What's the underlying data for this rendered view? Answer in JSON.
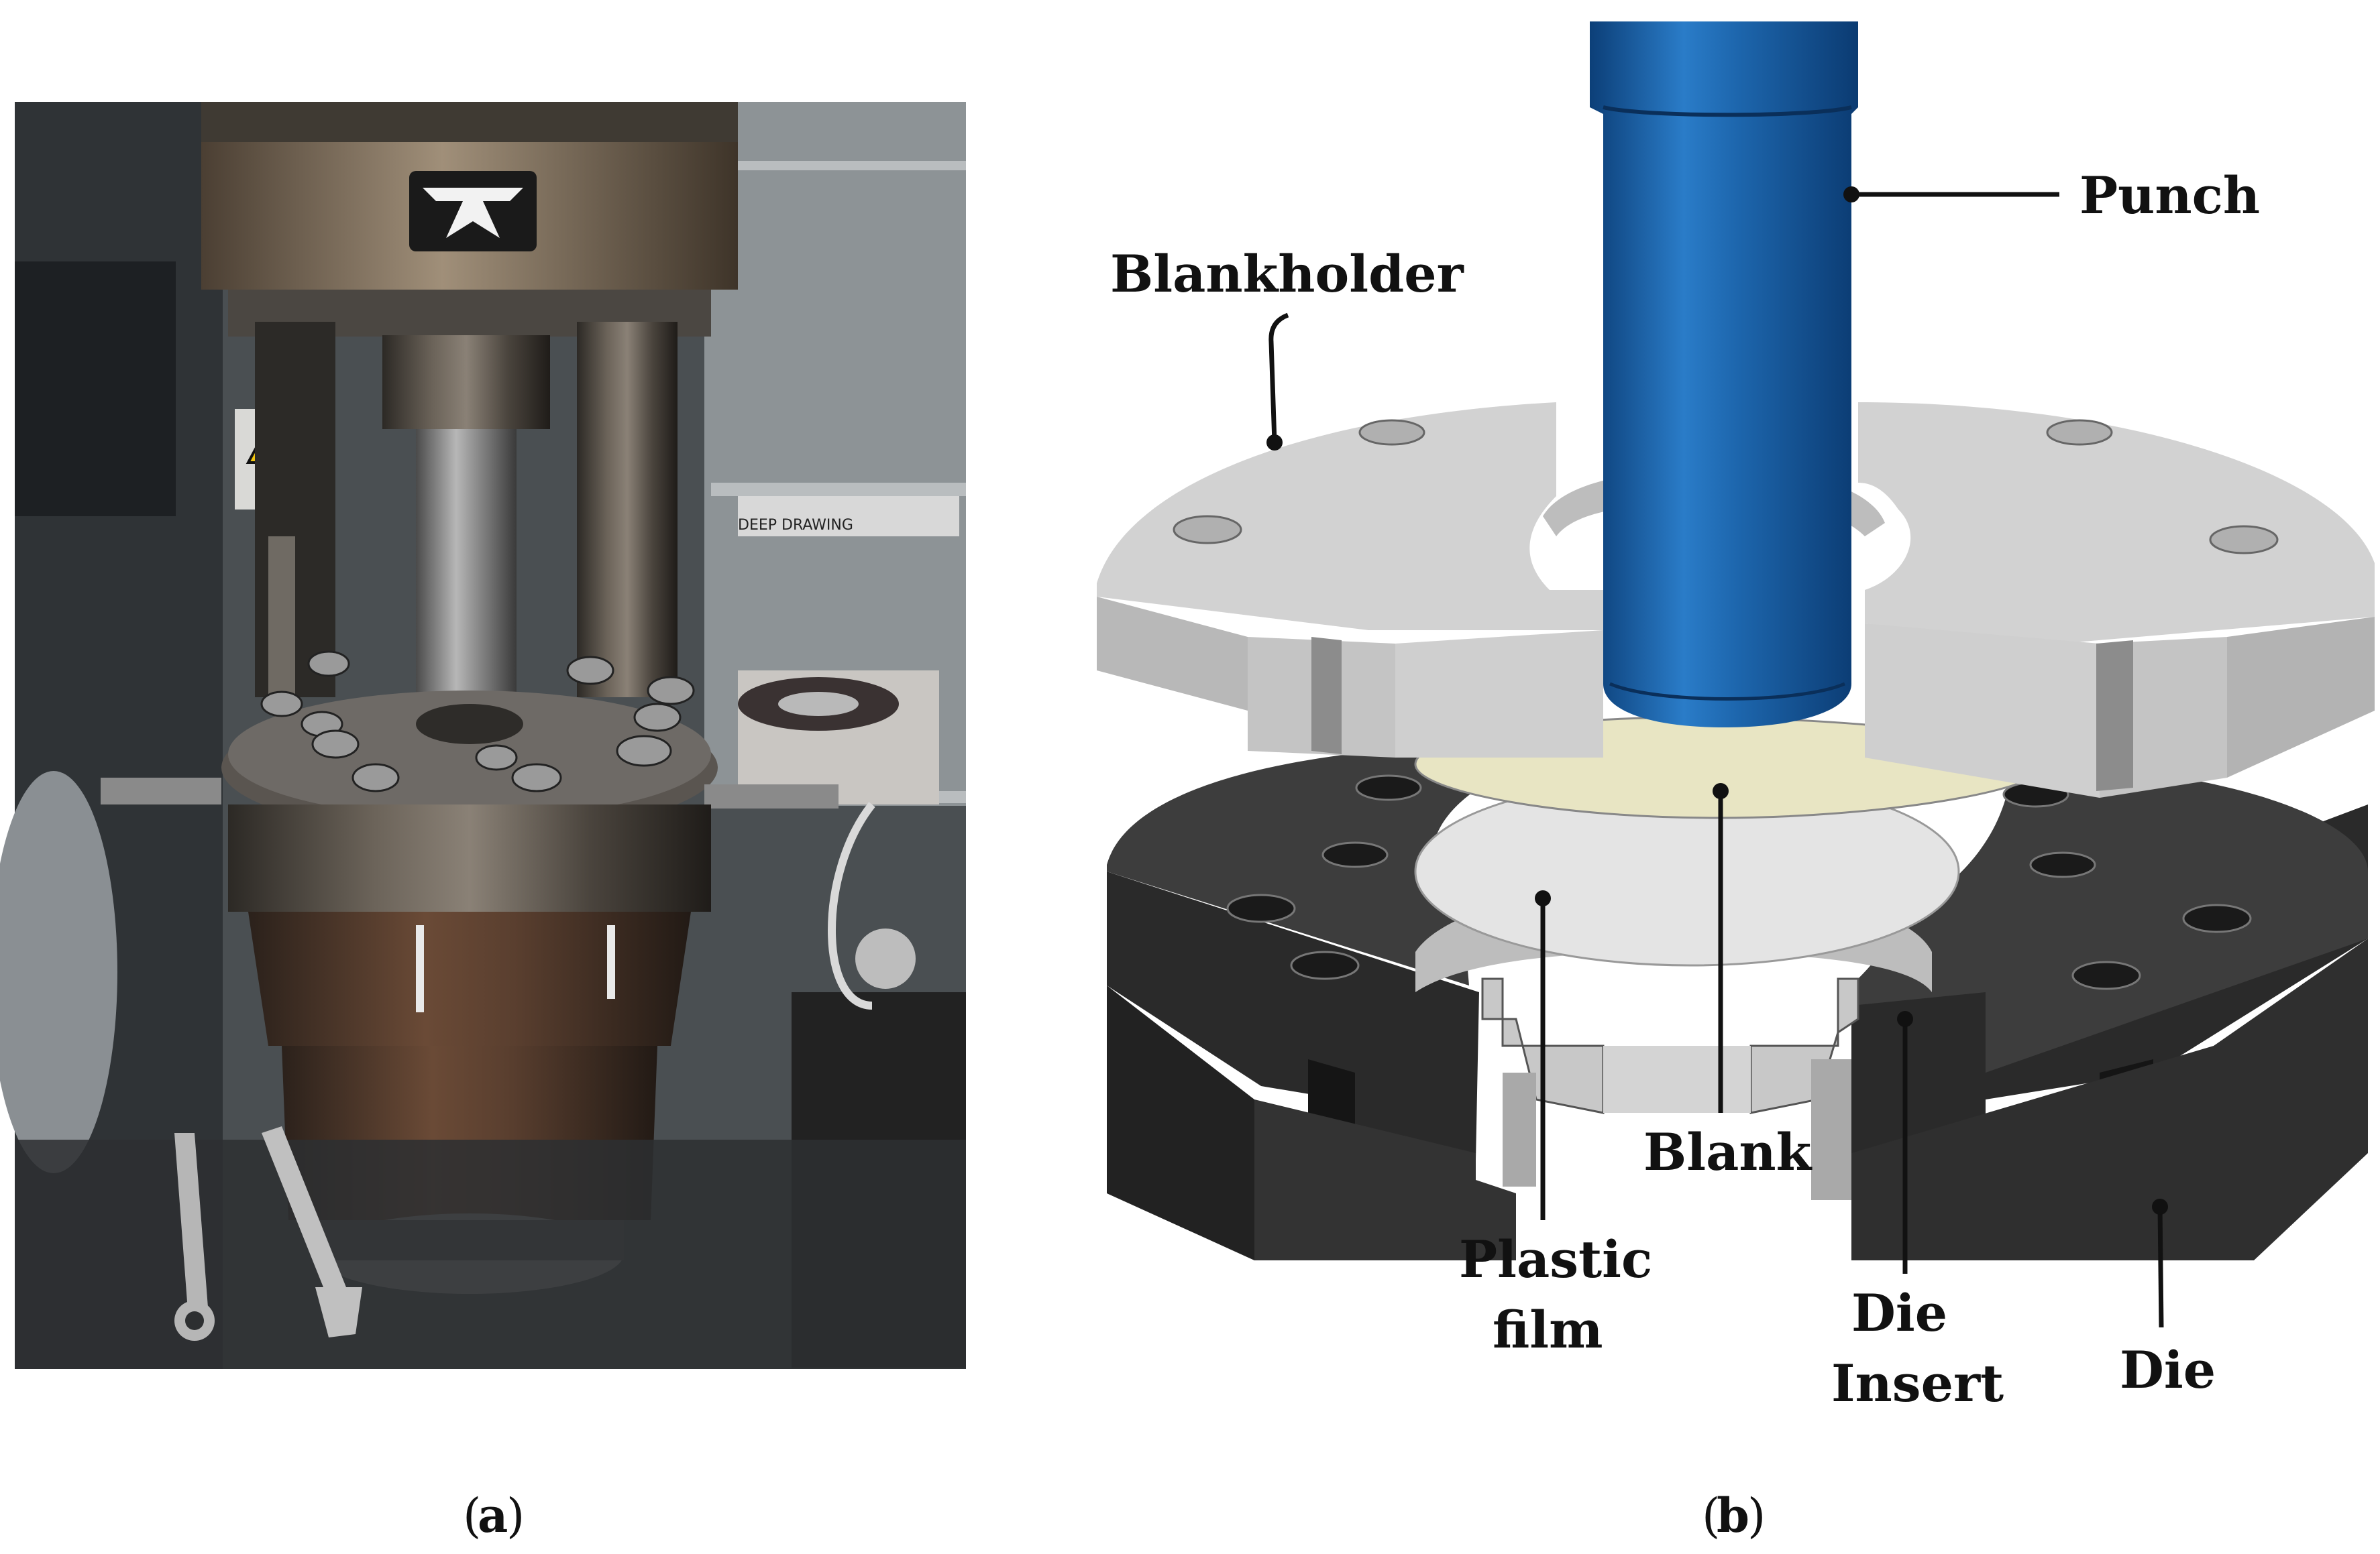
{
  "panel_a": {
    "caption_letter": "a",
    "press_logo_text": "",
    "shelf_label": "DEEP DRAWING"
  },
  "panel_b": {
    "caption_letter": "b",
    "labels": {
      "punch": "Punch",
      "blankholder": "Blankholder",
      "blank": "Blank",
      "plastic_film_line1": "Plastic",
      "plastic_film_line2": "film",
      "die_insert_line1": "Die",
      "die_insert_line2": "Insert",
      "die": "Die"
    },
    "colors": {
      "punch": "#1b63a8",
      "blankholder": "#cfcfcf",
      "blank": "#e9e6c4",
      "plastic_film": "#e2e2e2",
      "die": "#3a3a3a",
      "die_insert": "#bdbdbd"
    }
  }
}
